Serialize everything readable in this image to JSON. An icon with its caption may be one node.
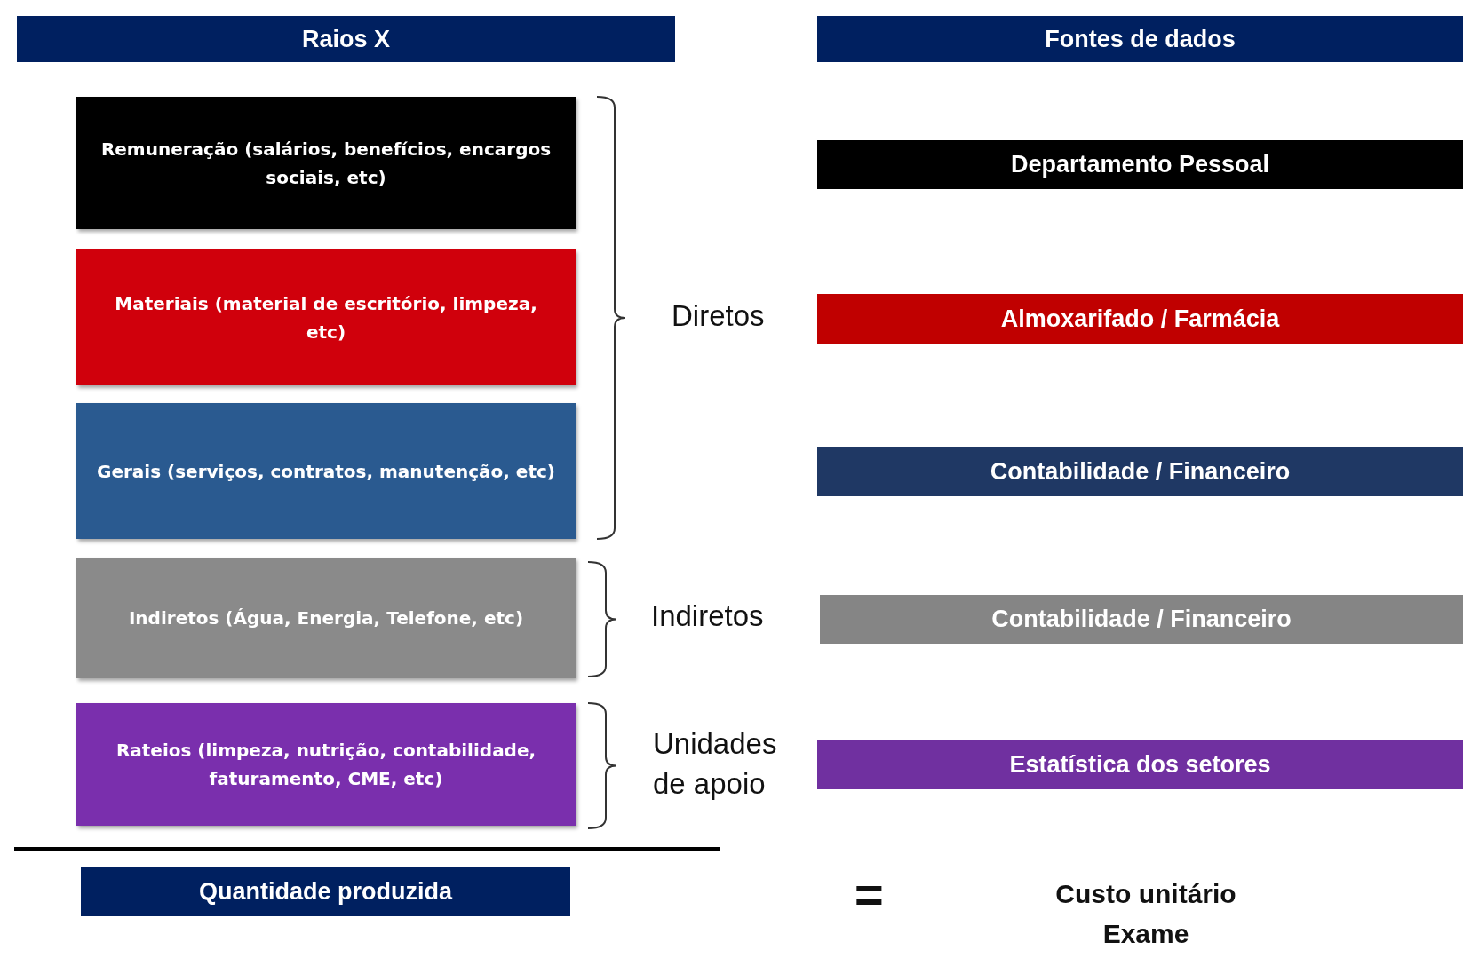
{
  "diagram": {
    "nodes": [
      {
        "text": [
          "Raios X"
        ]
      },
      {
        "text": [
          "Fontes de dados"
        ]
      },
      {
        "text": [
          "Remuneração (salários, benefícios, encargos sociais, etc)"
        ]
      },
      {
        "text": [
          "Departamento Pessoal"
        ]
      },
      {
        "text": [
          "Materiais (material de escritório, limpeza, etc)"
        ]
      },
      {
        "text": [
          "Almoxarifado / Farmácia"
        ]
      },
      {
        "text": [
          "Gerais (serviços, contratos, manutenção, etc)"
        ]
      },
      {
        "text": [
          "Contabilidade / Financeiro"
        ]
      },
      {
        "text": [
          "Indiretos (Água, Energia, Telefone, etc)"
        ]
      },
      {
        "text": [
          "Contabilidade / Financeiro"
        ]
      },
      {
        "text": [
          "Rateios (limpeza, nutrição, contabilidade, faturamento, CME, etc)"
        ]
      },
      {
        "text": [
          "Estatística dos setores"
        ]
      },
      {
        "text": [
          "Quantidade produzida"
        ]
      }
    ],
    "labels": [
      "Diretos",
      "Indiretos",
      "Unidades de apoio",
      "=",
      "Custo unitário Exame"
    ]
  }
}
